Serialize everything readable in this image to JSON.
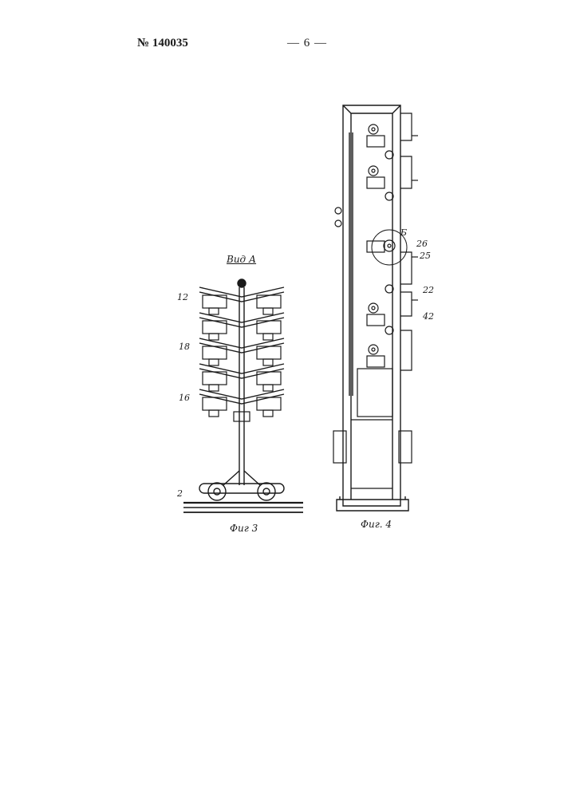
{
  "header": {
    "patent_number": "№ 140035",
    "page_number": "— 6 —"
  },
  "figure3": {
    "view_title": "Вид А",
    "caption": "Фиг 3",
    "labels": [
      "12",
      "18",
      "16",
      "2"
    ]
  },
  "figure4": {
    "caption": "Фиг. 4",
    "labels": [
      "Б",
      "26",
      "25",
      "22",
      "42"
    ]
  }
}
